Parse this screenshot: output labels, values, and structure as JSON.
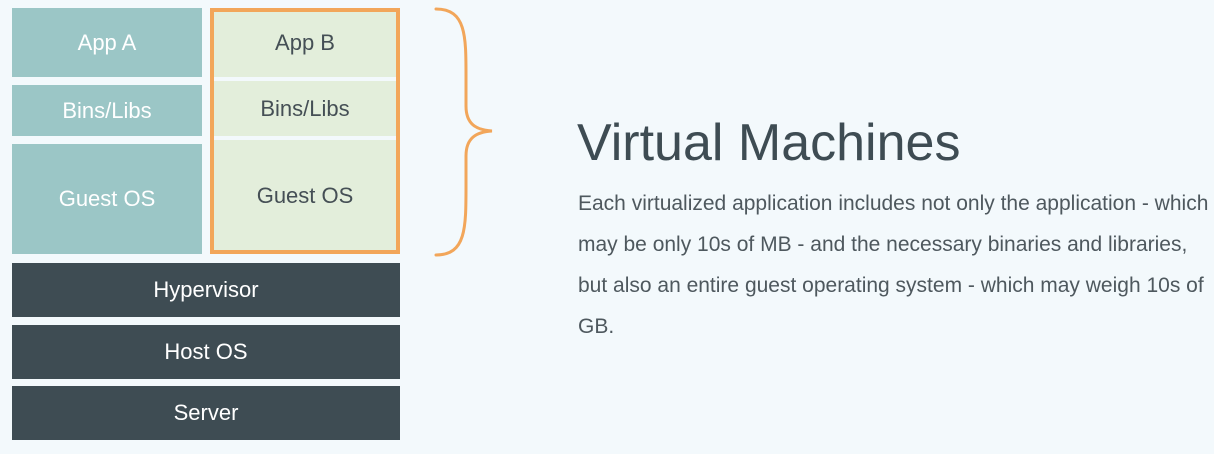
{
  "diagram": {
    "vm_a": {
      "app": "App A",
      "bins": "Bins/Libs",
      "guest_os": "Guest OS"
    },
    "vm_b": {
      "app": "App B",
      "bins": "Bins/Libs",
      "guest_os": "Guest OS"
    },
    "hypervisor": "Hypervisor",
    "host_os": "Host OS",
    "server": "Server"
  },
  "text": {
    "title": "Virtual Machines",
    "description": "Each virtualized application includes not only the application - which may be only 10s of MB - and the necessary binaries and libraries, but also an entire guest operating system - which may weigh 10s of GB."
  },
  "colors": {
    "vm_a_fill": "#9bc6c6",
    "vm_b_fill": "#e3eedb",
    "infrastructure_fill": "#3e4c53",
    "highlight": "#f2a65a",
    "background": "#f3f9fc"
  }
}
